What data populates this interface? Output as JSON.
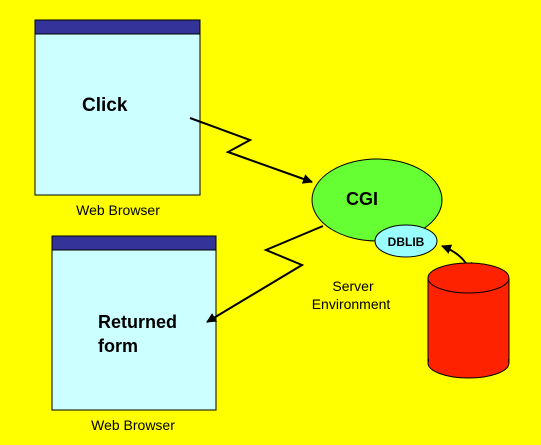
{
  "colors": {
    "background": "#ffff00",
    "window_fill": "#ccffff",
    "window_titlebar": "#333399",
    "cgi_fill": "#66ff33",
    "dblib_fill": "#99ffff",
    "database_fill": "#ff2200",
    "outline": "#000000"
  },
  "browser_top": {
    "content_text": "Click",
    "caption": "Web Browser"
  },
  "browser_bottom": {
    "content_line1": "Returned",
    "content_line2": "form",
    "caption": "Web Browser"
  },
  "server": {
    "cgi_label": "CGI",
    "dblib_label": "DBLIB",
    "caption_line1": "Server",
    "caption_line2": "Environment"
  },
  "database": {
    "icon": "database-cylinder-icon"
  }
}
